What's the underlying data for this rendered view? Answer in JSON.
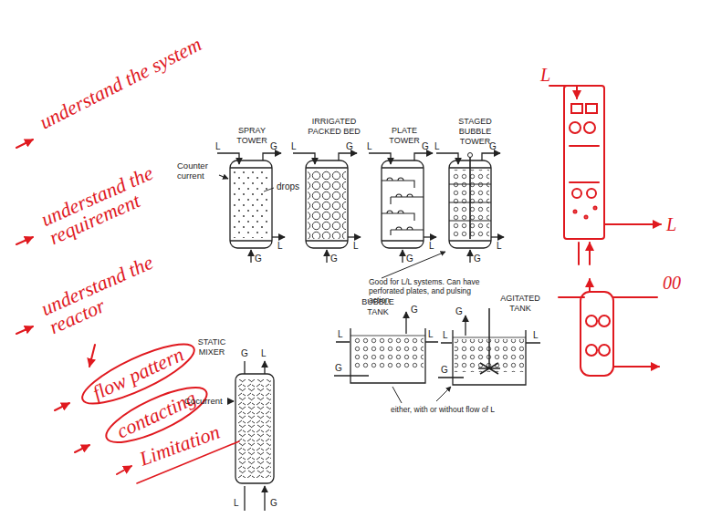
{
  "diagram": {
    "nodes": [
      {
        "text": [
          "SPRAY TOWER"
        ]
      },
      {
        "text": [
          "IRRIGATED PACKED BED"
        ]
      },
      {
        "text": [
          "PLATE TOWER"
        ]
      },
      {
        "text": [
          "STAGED BUBBLE TOWER"
        ]
      },
      {
        "text": [
          "STATIC MIXER"
        ]
      },
      {
        "text": [
          "BUBBLE TANK"
        ]
      },
      {
        "text": [
          "AGITATED TANK"
        ]
      },
      {
        "text": [
          "flow pattern"
        ]
      },
      {
        "text": [
          "contacting"
        ]
      }
    ],
    "labels": [
      "understand the system",
      "understand the requirement",
      "understand the reactor",
      "Limitation",
      "Counter current",
      "drops",
      "Cocurrent",
      "Good for L/L systems. Can have perforated plates, and pulsing action",
      "either, with or without flow of L",
      "L",
      "G",
      "L",
      "G",
      "L",
      "G",
      "L",
      "G",
      "L",
      "G",
      "L",
      "G",
      "L",
      "G",
      "L",
      "G",
      "G",
      "L",
      "L",
      "G",
      "G",
      "L",
      "L",
      "G",
      "G",
      "L",
      "L",
      "G",
      "L",
      "L",
      "00"
    ]
  }
}
